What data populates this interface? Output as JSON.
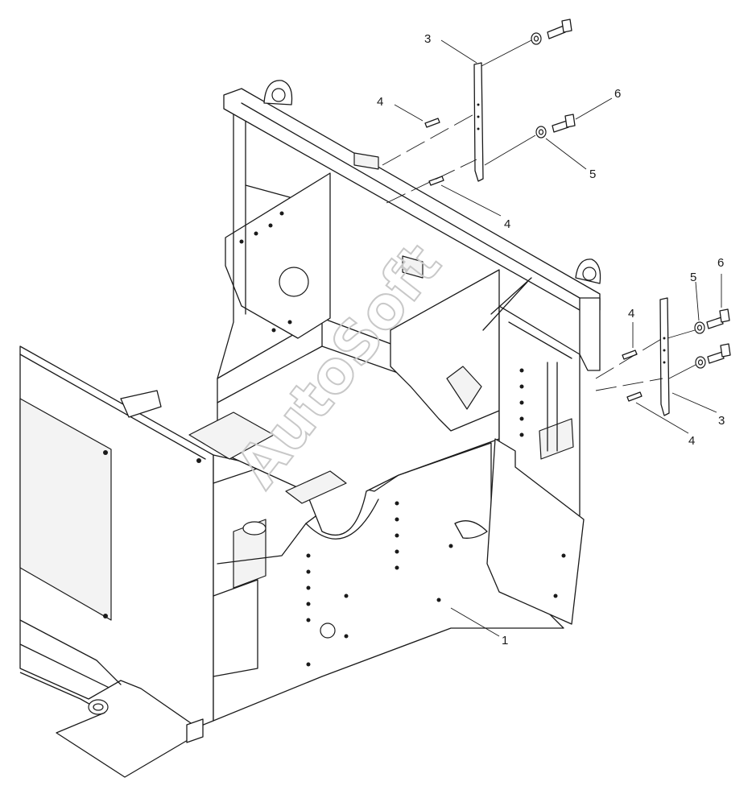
{
  "callouts": [
    {
      "id": "3a",
      "label": "3"
    },
    {
      "id": "4a",
      "label": "4"
    },
    {
      "id": "6a",
      "label": "6"
    },
    {
      "id": "5a",
      "label": "5"
    },
    {
      "id": "4b",
      "label": "4"
    },
    {
      "id": "6b",
      "label": "6"
    },
    {
      "id": "5b",
      "label": "5"
    },
    {
      "id": "4c",
      "label": "4"
    },
    {
      "id": "3b",
      "label": "3"
    },
    {
      "id": "4d",
      "label": "4"
    },
    {
      "id": "1",
      "label": "1"
    }
  ],
  "watermark": "AutoSoft",
  "colors": {
    "line": "#1a1a1a",
    "watermark": "#c8c8c8",
    "background": "#ffffff"
  }
}
